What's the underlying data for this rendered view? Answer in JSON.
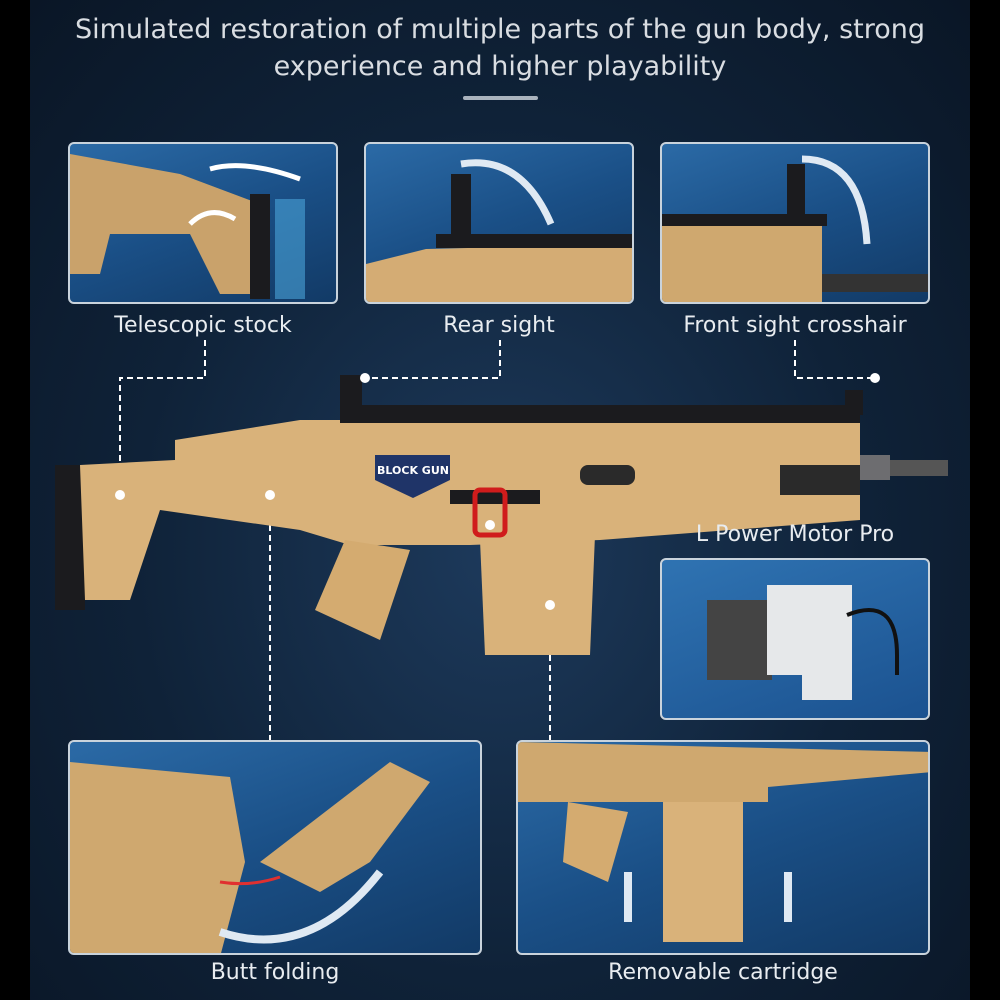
{
  "header": {
    "line1": "Simulated restoration of multiple parts of the gun body, strong",
    "line2": "experience and higher playability"
  },
  "features": [
    {
      "label": "Telescopic stock"
    },
    {
      "label": "Rear sight"
    },
    {
      "label": "Front sight crosshair"
    },
    {
      "label": "L Power Motor Pro"
    },
    {
      "label": "Butt folding"
    },
    {
      "label": "Removable cartridge"
    }
  ],
  "badge": {
    "text": "BLOCK GUN"
  },
  "colors": {
    "tan": "#d9b27a",
    "dark": "#1b1b1e",
    "accent": "#d01c1c",
    "panel": "#1f5a94"
  }
}
